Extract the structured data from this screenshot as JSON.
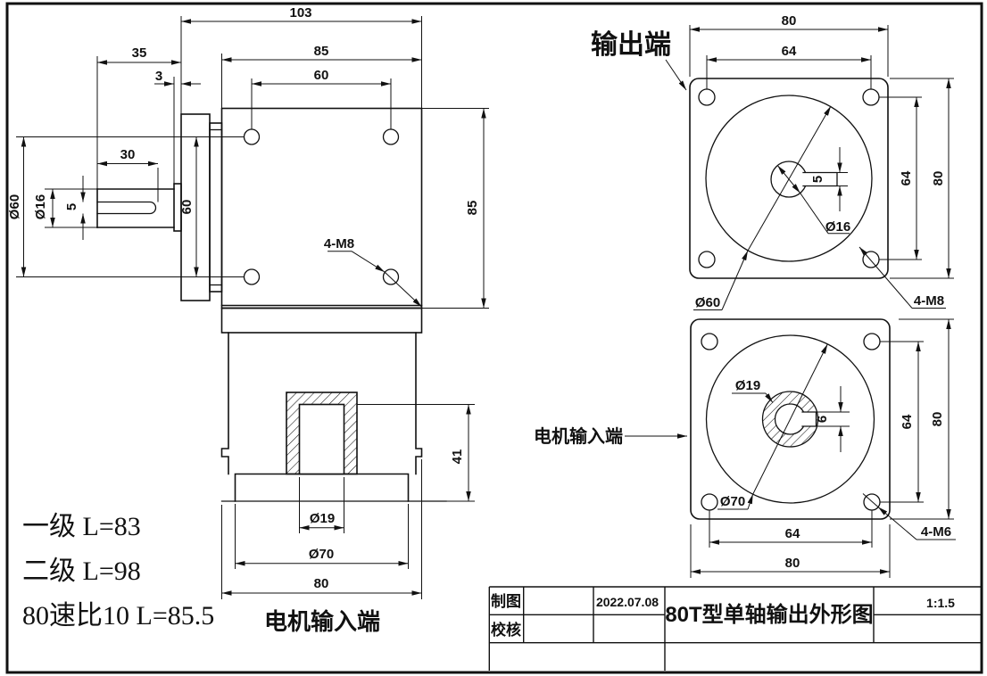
{
  "side_view": {
    "dim_total_length": "103",
    "dim_shaft_length": "35",
    "dim_spacer": "3",
    "dim_body_width": "85",
    "dim_hole_pitch_h": "60",
    "dim_key_length": "30",
    "dim_flange_dia": "Ø60",
    "dim_shaft_dia": "Ø16",
    "dim_key_width": "5",
    "dim_hole_pitch_v": "60",
    "dim_body_height": "85",
    "thread_note": "4-M8",
    "dim_input_depth": "41",
    "dim_input_bore": "Ø19",
    "dim_input_boss": "Ø70",
    "dim_input_flange": "80",
    "caption": "电机输入端"
  },
  "notes": {
    "line1": "一级 L=83",
    "line2": "二级 L=98",
    "line3": "80速比10 L=85.5"
  },
  "output_view": {
    "caption": "输出端",
    "dim_flange_width": "80",
    "dim_hole_pitch_top": "64",
    "dim_key_width": "5",
    "bore_label": "Ø16",
    "boss_label": "Ø60",
    "thread_note": "4-M8",
    "dim_hole_pitch_right": "64",
    "dim_flange_height": "80"
  },
  "input_view": {
    "caption": "电机输入端",
    "bore_label": "Ø19",
    "dim_key_width": "6",
    "boss_label": "Ø70",
    "thread_note": "4-M6",
    "dim_hole_pitch_right": "64",
    "dim_flange_height": "80",
    "dim_hole_pitch_bottom": "64",
    "dim_flange_width": "80"
  },
  "title_block": {
    "drafter_label": "制图",
    "checker_label": "校核",
    "date": "2022.07.08",
    "drawing_title": "80T型单轴输出外形图",
    "scale": "1:1.5"
  }
}
